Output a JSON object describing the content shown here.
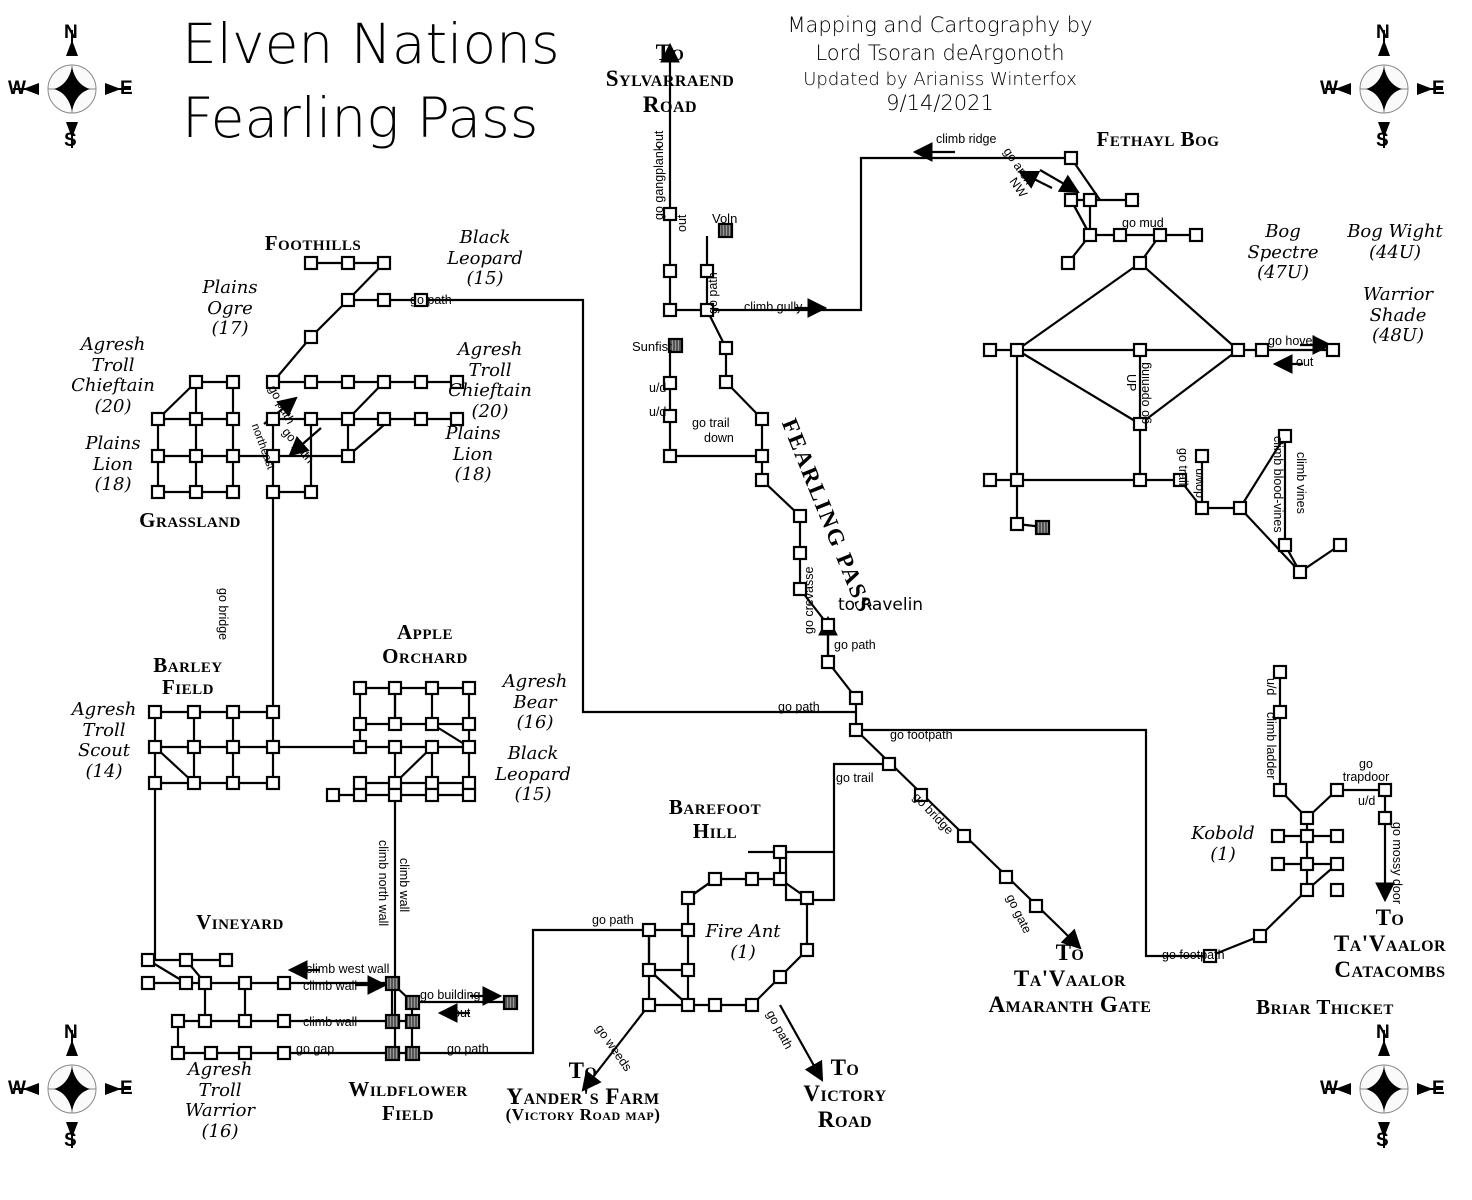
{
  "title": {
    "line1": "Elven Nations",
    "line2": "Fearling Pass"
  },
  "credits": {
    "line1": "Mapping and Cartography by",
    "line2": "Lord Tsoran deArgonoth",
    "line3": "Updated by Arianiss Winterfox",
    "line4": "9/14/2021"
  },
  "compass": {
    "north": "N",
    "south": "S",
    "east": "E",
    "west": "W"
  },
  "regions": [
    {
      "name": "Foothills"
    },
    {
      "name": "Grassland"
    },
    {
      "name": "Fethayl Bog"
    },
    {
      "name": "Barley Field"
    },
    {
      "name": "Apple Orchard"
    },
    {
      "name": "Vineyard"
    },
    {
      "name": "Wildflower Field"
    },
    {
      "name": "Barefoot Hill"
    },
    {
      "name": "Briar Thicket"
    },
    {
      "name": "Fearling Pass"
    }
  ],
  "creatures": [
    {
      "name": "Black Leopard",
      "level": "(15)"
    },
    {
      "name": "Plains Ogre",
      "level": "(17)"
    },
    {
      "name": "Agresh Troll Chieftain",
      "level": "(20)"
    },
    {
      "name": "Plains Lion",
      "level": "(18)"
    },
    {
      "name": "Agresh Troll Scout",
      "level": "(14)"
    },
    {
      "name": "Agresh Bear",
      "level": "(16)"
    },
    {
      "name": "Agresh Troll Warrior",
      "level": "(16)"
    },
    {
      "name": "Fire Ant",
      "level": "(1)"
    },
    {
      "name": "Kobold",
      "level": "(1)"
    },
    {
      "name": "Bog Spectre",
      "level": "(47U)"
    },
    {
      "name": "Bog Wight",
      "level": "(44U)"
    },
    {
      "name": "Warrior Shade",
      "level": "(48U)"
    }
  ],
  "labels": {
    "foothills": "Foothills",
    "grassland": "Grassland",
    "fethayl_bog": "Fethayl Bog",
    "barley_field_l1": "Barley",
    "barley_field_l2": "Field",
    "apple_orchard_l1": "Apple",
    "apple_orchard_l2": "Orchard",
    "vineyard": "Vineyard",
    "wildflower_l1": "Wildflower",
    "wildflower_l2": "Field",
    "barefoot_l1": "Barefoot",
    "barefoot_l2": "Hill",
    "briar_thicket": "Briar Thicket",
    "fearling_pass": "FEARLING PASS",
    "black_leopard_top": "Black\nLeopard\n(15)",
    "plains_ogre": "Plains\nOgre\n(17)",
    "agresh_troll_chieftain_left": "Agresh\nTroll\nChieftain\n(20)",
    "agresh_troll_chieftain_right": "Agresh\nTroll\nChieftain\n(20)",
    "plains_lion_left": "Plains\nLion\n(18)",
    "plains_lion_right": "Plains\nLion\n(18)",
    "agresh_troll_scout": "Agresh\nTroll\nScout\n(14)",
    "agresh_bear": "Agresh\nBear\n(16)",
    "black_leopard_orchard": "Black\nLeopard\n(15)",
    "agresh_troll_warrior": "Agresh\nTroll\nWarrior\n(16)",
    "fire_ant": "Fire Ant\n(1)",
    "kobold": "Kobold\n(1)",
    "bog_spectre": "Bog\nSpectre\n(47U)",
    "bog_wight": "Bog Wight\n(44U)",
    "warrior_shade": "Warrior\nShade\n(48U)",
    "voln": "Voln",
    "sunfist": "Sunfist",
    "to_ravelin": "to Ravelin"
  },
  "exits": {
    "to_sylvarraend": "To\nSylvarraend\nRoad",
    "to_tavaalor_amaranth": "To\nTa'Vaalor\nAmaranth Gate",
    "to_tavaalor_catacombs": "To\nTa'Vaalor\nCatacombs",
    "to_yanders_farm": "To\nYander's Farm",
    "to_yanders_farm_sub": "(Victory Road map)",
    "to_victory_road": "To\nVictory\nRoad"
  },
  "verbs": {
    "out1": "out",
    "go_gangplank": "go gangplank",
    "out2": "out",
    "go_path_voln": "go path",
    "climb_gully": "climb gully",
    "climb_ridge": "climb ridge",
    "go_arch": "go arch",
    "nw": "NW",
    "go_mud": "go mud",
    "go_hovel": "go hovel",
    "out_hovel": "out",
    "up": "UP",
    "go_opening": "go opening",
    "go_trail_bog": "go trail",
    "down_bog": "down",
    "climb_blood_vines": "climb blood-vines",
    "climb_vines": "climb vines",
    "ud1": "u/d",
    "ud2": "u/d",
    "go_trail_sunfist": "go trail",
    "down_sunfist": "down",
    "go_crevasse": "go crevasse",
    "go_path_ravelin": "go path",
    "go_path_foothills": "go path",
    "go_path_ne1": "go path",
    "northeast": "northeast",
    "go_path_ne2": "go path",
    "go_bridge_vert": "go bridge",
    "climb_north_wall": "climb north wall",
    "climb_wall_vert": "climb wall",
    "climb_west_wall": "climb west wall",
    "climb_wall_1": "climb wall",
    "climb_wall_2": "climb wall",
    "go_gap": "go gap",
    "go_building": "go building",
    "out_building": "out",
    "go_path_wildflower": "go path",
    "go_path_barefoot": "go path",
    "go_weeds": "go weeds",
    "go_path_victory": "go path",
    "go_path_junction": "go path",
    "go_footpath_main": "go footpath",
    "go_trail_main": "go trail",
    "go_bridge_diag": "go bridge",
    "go_gate": "go gate",
    "go_footpath_briar": "go footpath",
    "climb_ladder": "climb ladder",
    "ud_briar_top": "u/d",
    "go_trapdoor": "go\ntrapdoor",
    "ud_briar_right": "u/d",
    "go_mossy_door": "go mossy door"
  },
  "colors": {
    "line": "#000000",
    "node_fill": "#ffffff",
    "node_stroke": "#000000",
    "special_fill": "#4a4a4a",
    "background": "#ffffff"
  }
}
